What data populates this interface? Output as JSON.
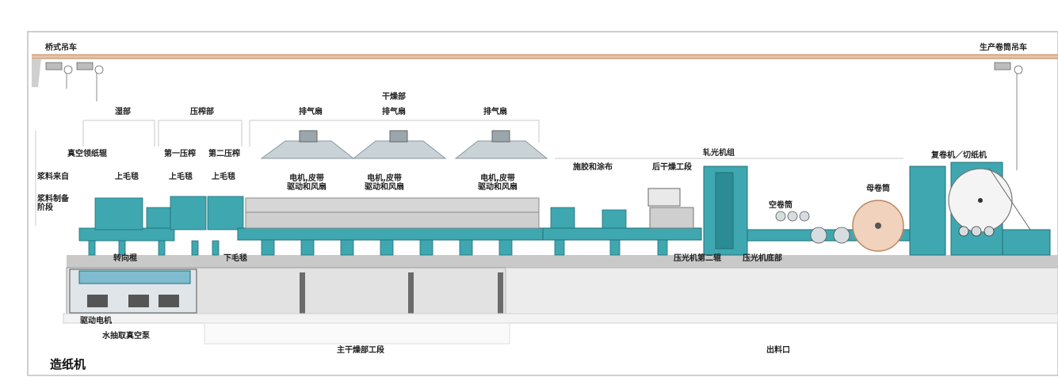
{
  "title": "造纸机",
  "labels": {
    "bridge_crane": "桥式吊车",
    "reel_crane": "生产卷筒吊车",
    "dryer_section": "干燥部",
    "wet_section": "湿部",
    "press_section": "压榨部",
    "fan_1": "排气扇",
    "fan_2": "排气扇",
    "fan_3": "排气扇",
    "vacuum_pickup": "真空领纸辊",
    "press_1": "第一压榨",
    "press_2": "第二压榨",
    "stock_from": "浆料来自",
    "stock_prep": "浆料制备\n阶段",
    "felt_1": "上毛毯",
    "felt_2": "上毛毯",
    "felt_3": "上毛毯",
    "drive_1": "电机,皮带\n驱动和风扇",
    "drive_2": "电机,皮带\n驱动和风扇",
    "drive_3": "电机,皮带\n驱动和风扇",
    "sizing_coating": "施胶和涂布",
    "after_dryer": "后干燥工段",
    "calender_stack": "轧光机组",
    "rewinder": "复卷机／切纸机",
    "parent_reel": "母卷筒",
    "empty_spool": "空卷筒",
    "turning_roll": "转向棍",
    "lower_felt": "下毛毯",
    "calender_roll_2": "压光机第二辊",
    "calender_bottom": "压光机底部",
    "drive_motor": "驱动电机",
    "vacuum_pump": "水抽取真空泵",
    "main_dryer": "主干燥部工段",
    "outlet": "出料口"
  },
  "colors": {
    "machine": "#3fa7b0",
    "machine_dark": "#1f6f78",
    "hood": "#cfd6da",
    "floor": "#c8c8c8",
    "basement": "#e6e6e6",
    "rail": "#d9a27a"
  }
}
